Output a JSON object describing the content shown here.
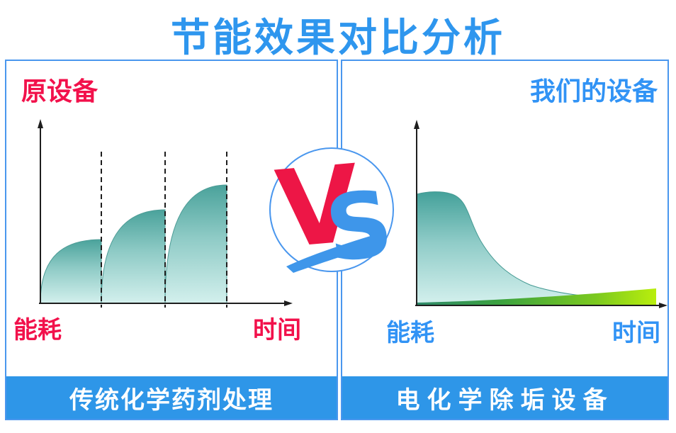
{
  "title": "节能效果对比分析",
  "colors": {
    "title_blue": "#2e96ee",
    "label_red": "#f2114b",
    "label_blue": "#3193f5",
    "banner_blue": "#2e96e8",
    "panel_border_blue": "#4a97ee",
    "curve_teal_dark": "#4aa29b",
    "curve_teal_light": "#d3f0ed",
    "wedge_green_dark": "#2f8a6b",
    "wedge_green_bright": "#b9ee0d",
    "vs_red": "#ed1646",
    "vs_blue": "#3e96ea"
  },
  "left_panel": {
    "device_label": "原设备",
    "y_axis_label": "能耗",
    "x_axis_label": "时间",
    "caption": "传统化学药剂处理"
  },
  "right_panel": {
    "device_label": "我们的设备",
    "y_axis_label": "能耗",
    "x_axis_label": "时间",
    "caption": "电化学除垢设备"
  },
  "vs": {
    "v_letter": "V",
    "s_letter": "S"
  },
  "chart_data": [
    {
      "type": "area",
      "panel": "left",
      "title": "原设备",
      "xlabel": "时间",
      "ylabel": "能耗",
      "x_range": [
        0,
        1
      ],
      "y_range": [
        0,
        1
      ],
      "grid": false,
      "annotations": "dashed vertical lines mark chemical-cleaning events at cycle boundaries",
      "series": [
        {
          "name": "能耗锯齿周期1",
          "shape": "concave rise then vertical drop",
          "x_span": [
            0.0,
            0.25
          ],
          "peak": 0.36
        },
        {
          "name": "能耗锯齿周期2",
          "shape": "concave rise then vertical drop",
          "x_span": [
            0.25,
            0.51
          ],
          "peak": 0.53
        },
        {
          "name": "能耗锯齿周期3",
          "shape": "concave rise then vertical drop",
          "x_span": [
            0.51,
            0.76
          ],
          "peak": 0.67
        }
      ]
    },
    {
      "type": "area",
      "panel": "right",
      "title": "我们的设备",
      "xlabel": "时间",
      "ylabel": "能耗",
      "x_range": [
        0,
        1
      ],
      "y_range": [
        0,
        1
      ],
      "grid": false,
      "series": [
        {
          "name": "能耗衰减曲线(青色)",
          "points": [
            [
              0,
              0.63
            ],
            [
              0.14,
              0.64
            ],
            [
              0.22,
              0.5
            ],
            [
              0.3,
              0.29
            ],
            [
              0.4,
              0.14
            ],
            [
              0.52,
              0.07
            ],
            [
              0.7,
              0.04
            ],
            [
              1.0,
              0.03
            ]
          ]
        },
        {
          "name": "底部绿色渐增带",
          "points": [
            [
              0,
              0.01
            ],
            [
              0.5,
              0.05
            ],
            [
              1.0,
              0.09
            ]
          ]
        }
      ]
    }
  ]
}
